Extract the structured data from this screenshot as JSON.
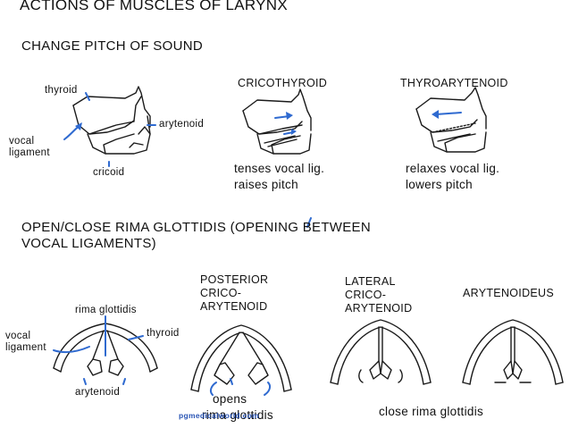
{
  "title": "ACTIONS OF MUSCLES OF LARYNX",
  "section_pitch": {
    "heading": "CHANGE PITCH OF SOUND",
    "labels": {
      "thyroid": "thyroid",
      "arytenoid": "arytenoid",
      "vocal_ligament": "vocal\nligament",
      "cricoid": "cricoid"
    },
    "cricothyroid": {
      "name": "CRICOTHYROID",
      "action_1": "tenses vocal lig.",
      "action_2": "raises pitch"
    },
    "thyroarytenoid": {
      "name": "THYROARYTENOID",
      "action_1": "relaxes vocal lig.",
      "action_2": "lowers pitch"
    }
  },
  "section_glottis": {
    "heading_1": "OPEN/CLOSE RIMA GLOTTIDIS (OPENING BETWEEN",
    "heading_2": "VOCAL LIGAMENTS)",
    "labels": {
      "rima_glottidis": "rima glottidis",
      "vocal_ligament": "vocal\nligament",
      "thyroid": "thyroid",
      "arytenoid": "arytenoid"
    },
    "posterior": {
      "name_1": "POSTERIOR",
      "name_2": "CRICO-",
      "name_3": "ARYTENOID",
      "action_1": "opens",
      "action_2": "rima glottidis"
    },
    "lateral": {
      "name_1": "LATERAL",
      "name_2": "CRICO-",
      "name_3": "ARYTENOID"
    },
    "arytenoideus": {
      "name": "ARYTENOIDEUS"
    },
    "close_caption": "close rima glottidis"
  },
  "watermark": "pgmedicalworld.com",
  "colors": {
    "ink": "#1a1a1a",
    "annotation_blue": "#2f6ad0",
    "background": "#ffffff"
  }
}
